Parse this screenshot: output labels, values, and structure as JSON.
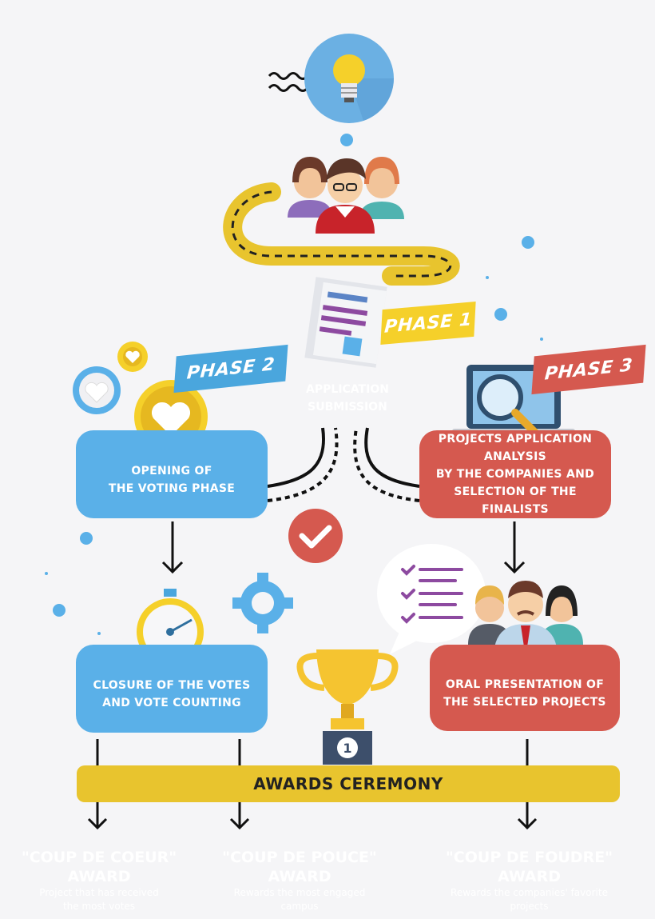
{
  "phases": {
    "phase1": "PHASE 1",
    "phase2": "PHASE 2",
    "phase3": "PHASE 3"
  },
  "application": {
    "line1": "APPLICATION",
    "line2": "SUBMISSION"
  },
  "boxes": {
    "voting_open": {
      "line1": "OPENING OF",
      "line2": "THE VOTING PHASE"
    },
    "analysis": {
      "line1": "PROJECTS APPLICATION ANALYSIS",
      "line2": "BY THE COMPANIES AND",
      "line3": "SELECTION OF THE FINALISTS"
    },
    "closure": {
      "line1": "CLOSURE OF THE VOTES",
      "line2": "AND VOTE COUNTING"
    },
    "oral": {
      "line1": "ORAL PRESENTATION OF",
      "line2": "THE SELECTED PROJECTS"
    }
  },
  "awards_ceremony": "AWARDS CEREMONY",
  "trophy_rank": "1",
  "awards": [
    {
      "title": "\"COUP DE COEUR\" AWARD",
      "desc1": "Project that has received",
      "desc2": "the most votes"
    },
    {
      "title": "\"COUP DE POUCE\" AWARD",
      "desc1": "Rewards the most engaged",
      "desc2": "campus"
    },
    {
      "title": "\"COUP DE FOUDRE\" AWARD",
      "desc1": "Rewards the companies' favorite",
      "desc2": "projects"
    }
  ],
  "colors": {
    "blue": "#5ab0e8",
    "red": "#d5594f",
    "yellow": "#e8c42e",
    "phase_blue": "#4aa6dd"
  }
}
